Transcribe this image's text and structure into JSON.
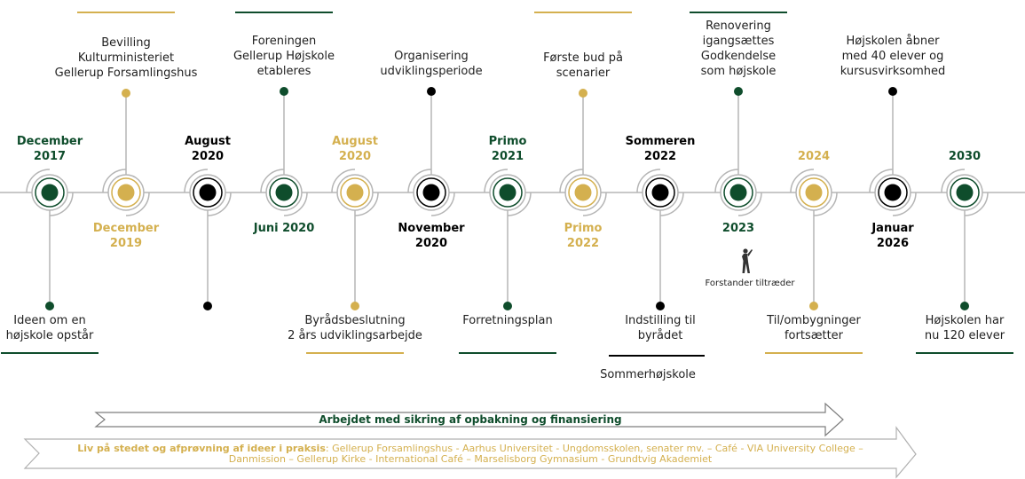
{
  "colors": {
    "green": "#0f4d2c",
    "gold": "#d4b04f",
    "black": "#000000",
    "line": "#b5b5b5"
  },
  "milestones": [
    {
      "date": "December\n2017",
      "color": "green",
      "side": "bottom",
      "text": "Ideen om en\nhøjskole opstår"
    },
    {
      "date": "December\n2019",
      "color": "gold",
      "side": "top",
      "text": "Bevilling\nKulturministeriet\nGellerup Forsamlingshus"
    },
    {
      "date": "August\n2020",
      "color": "black",
      "side": "bottom",
      "text": ""
    },
    {
      "date": "Juni 2020",
      "color": "green",
      "side": "top",
      "text": "Foreningen\nGellerup Højskole\netableres"
    },
    {
      "date": "August\n2020",
      "color": "gold",
      "side": "bottom",
      "text": "Byrådsbeslutning\n2 års udviklingsarbejde"
    },
    {
      "date": "November\n2020",
      "color": "black",
      "side": "top",
      "text": "Organisering\nudviklingsperiode"
    },
    {
      "date": "Primo\n2021",
      "color": "green",
      "side": "bottom",
      "text": "Forretningsplan"
    },
    {
      "date": "Primo\n2022",
      "color": "gold",
      "side": "top",
      "text": "Første bud på\nscenarier"
    },
    {
      "date": "Sommeren\n2022",
      "color": "black",
      "side": "bottom",
      "text": "Indstilling til\nbyrådet"
    },
    {
      "date": "2023",
      "color": "green",
      "side": "top",
      "text": "Renovering\nigangsættes\nGodkendelse\nsom højskole"
    },
    {
      "date": "2024",
      "color": "gold",
      "side": "bottom",
      "text": "Til/ombygninger\nfortsætter"
    },
    {
      "date": "Januar\n2026",
      "color": "black",
      "side": "top",
      "text": "Højskolen åbner\nmed 40 elever og\nkursusvirksomhed"
    },
    {
      "date": "2030",
      "color": "green",
      "side": "bottom",
      "text": "Højskolen har\nnu 120 elever"
    }
  ],
  "sommerhojskole": "Sommerhøjskole",
  "forstander": "Forstander tiltræder",
  "arrow1": "Arbejdet med sikring af opbakning og finansiering",
  "arrow2_bold": "Liv på stedet og afprøvning af ideer i praksis",
  "arrow2_rest": ": Gellerup Forsamlingshus - Aarhus Universitet - Ungdomsskolen, senater mv. – Café - VIA University College – Danmission – Gellerup Kirke - International Café – Marselisborg Gymnasium - Grundtvig Akademiet"
}
